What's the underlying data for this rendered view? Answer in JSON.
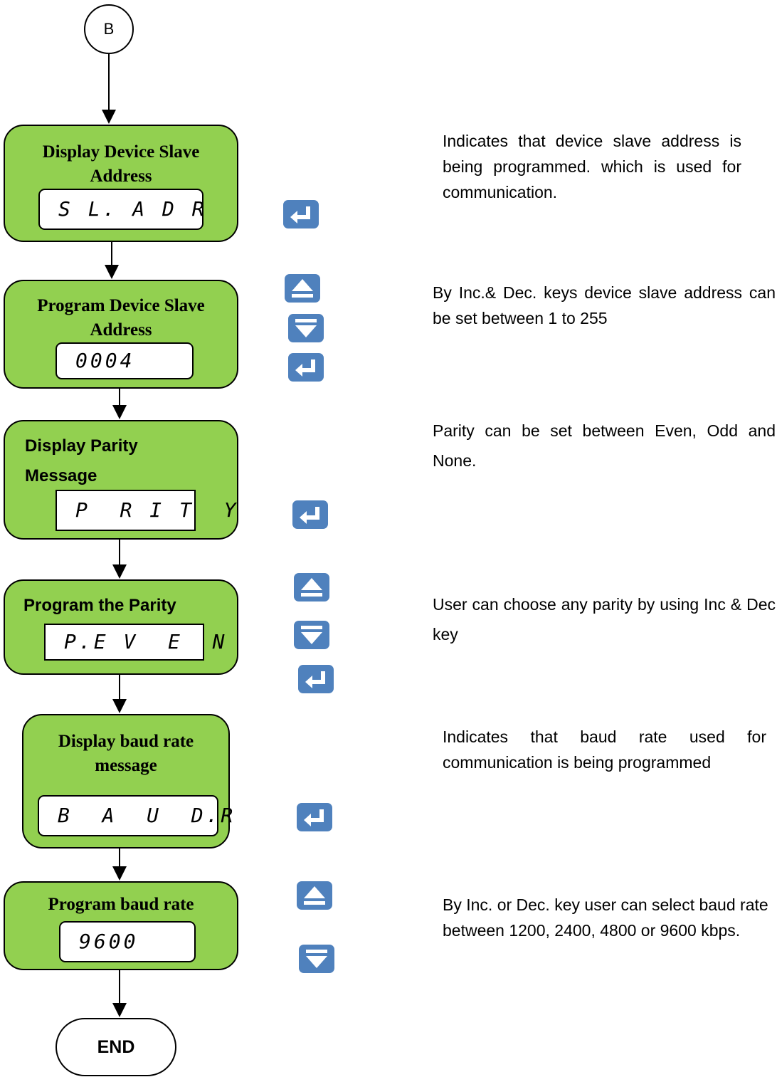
{
  "connector_label": "B",
  "end_label": "END",
  "steps": [
    {
      "title": "Display Device Slave Address",
      "display": "S L. A D R",
      "keys": [
        "enter-icon"
      ],
      "description": "Indicates that device slave address is being programmed.  which is used for communication."
    },
    {
      "title": "Program Device Slave Address",
      "display": "0004",
      "keys": [
        "up-arrow-icon",
        "down-arrow-icon",
        "enter-icon"
      ],
      "description": "By Inc.& Dec. keys device slave address can be set between 1 to 255"
    },
    {
      "title": "Display Parity Message",
      "display": "P  R I T  Y",
      "keys": [
        "enter-icon"
      ],
      "description": "Parity can be set between Even, Odd and None."
    },
    {
      "title": "Program the Parity",
      "display": "P.E V  E  N",
      "keys": [
        "up-arrow-icon",
        "down-arrow-icon",
        "enter-icon"
      ],
      "description": "User can choose any parity by using Inc & Dec key"
    },
    {
      "title": "Display baud rate message",
      "display": "B  A  U  D.R",
      "keys": [
        "enter-icon"
      ],
      "description": "Indicates that baud rate used for communication is being programmed"
    },
    {
      "title": "Program baud rate",
      "display": "9600",
      "keys": [
        "up-arrow-icon",
        "down-arrow-icon"
      ],
      "description": "By Inc. or Dec. key user can select baud rate between 1200, 2400, 4800 or 9600 kbps."
    }
  ],
  "colors": {
    "node_fill": "#92d050",
    "key_fill": "#4f81bd"
  }
}
